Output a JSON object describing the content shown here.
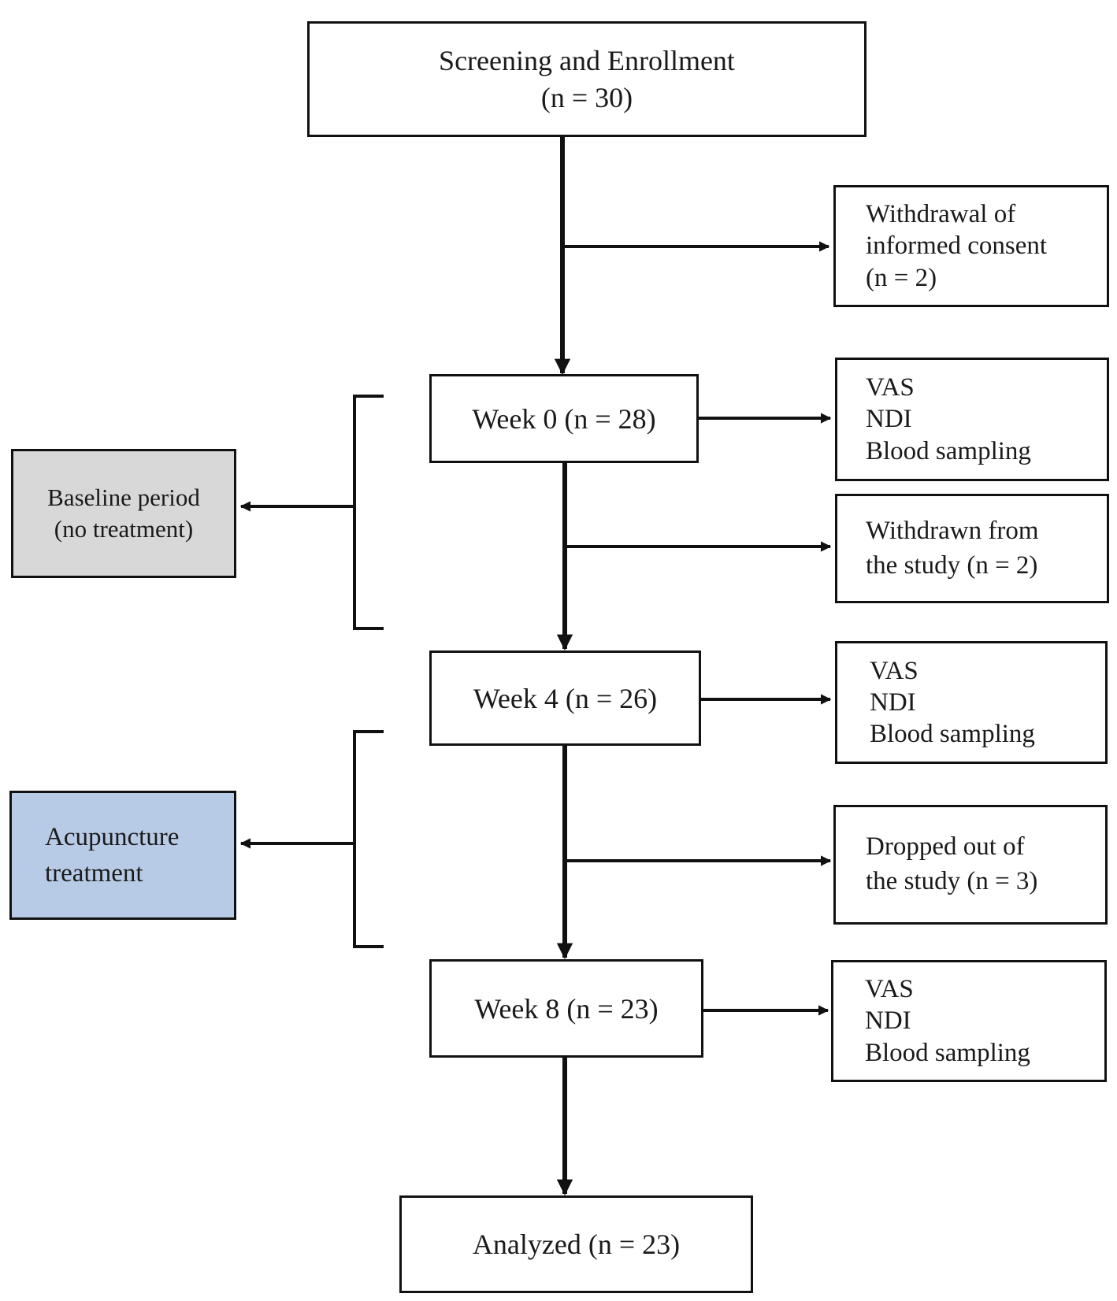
{
  "colors": {
    "stroke": "#111111",
    "baseline_fill": "#d8d8d8",
    "acupuncture_fill": "#b8cbe6"
  },
  "enrollment": {
    "line1": "Screening and Enrollment",
    "line2": "(n = 30)"
  },
  "withdrawal_consent": {
    "line1": "Withdrawal of",
    "line2": "informed consent",
    "line3": "(n = 2)"
  },
  "week0": {
    "label": "Week 0 (n = 28)"
  },
  "week0_measures": {
    "line1": "VAS",
    "line2": "NDI",
    "line3": "Blood sampling"
  },
  "withdrawn_study": {
    "line1": "Withdrawn from",
    "line2": "the study (n = 2)"
  },
  "week4": {
    "label": "Week 4 (n = 26)"
  },
  "week4_measures": {
    "line1": "VAS",
    "line2": "NDI",
    "line3": "Blood sampling"
  },
  "dropped_out": {
    "line1": "Dropped out of",
    "line2": "the study (n = 3)"
  },
  "week8": {
    "label": "Week 8 (n = 23)"
  },
  "week8_measures": {
    "line1": "VAS",
    "line2": "NDI",
    "line3": "Blood sampling"
  },
  "analyzed": {
    "label": "Analyzed  (n = 23)"
  },
  "baseline_period": {
    "line1": "Baseline period",
    "line2": "(no treatment)"
  },
  "acupuncture": {
    "line1": "Acupuncture",
    "line2": "treatment"
  }
}
